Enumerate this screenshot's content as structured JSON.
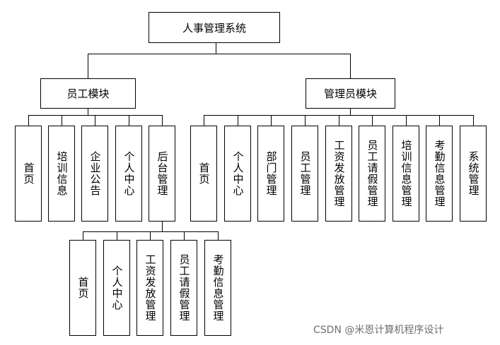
{
  "diagram": {
    "root": {
      "label": "人事管理系统"
    },
    "staff_module": {
      "label": "员工模块",
      "children": [
        "首页",
        "培训信息",
        "企业公告",
        "个人中心",
        "后台管理"
      ],
      "backend": [
        "首页",
        "个人中心",
        "工资发放管理",
        "员工请假管理",
        "考勤信息管理"
      ]
    },
    "admin_module": {
      "label": "管理员模块",
      "children": [
        "首页",
        "个人中心",
        "部门管理",
        "员工管理",
        "工资发放管理",
        "员工请假管理",
        "培训信息管理",
        "考勤信息管理",
        "系统管理"
      ]
    }
  },
  "watermark": "CSDN @米恩计算机程序设计"
}
